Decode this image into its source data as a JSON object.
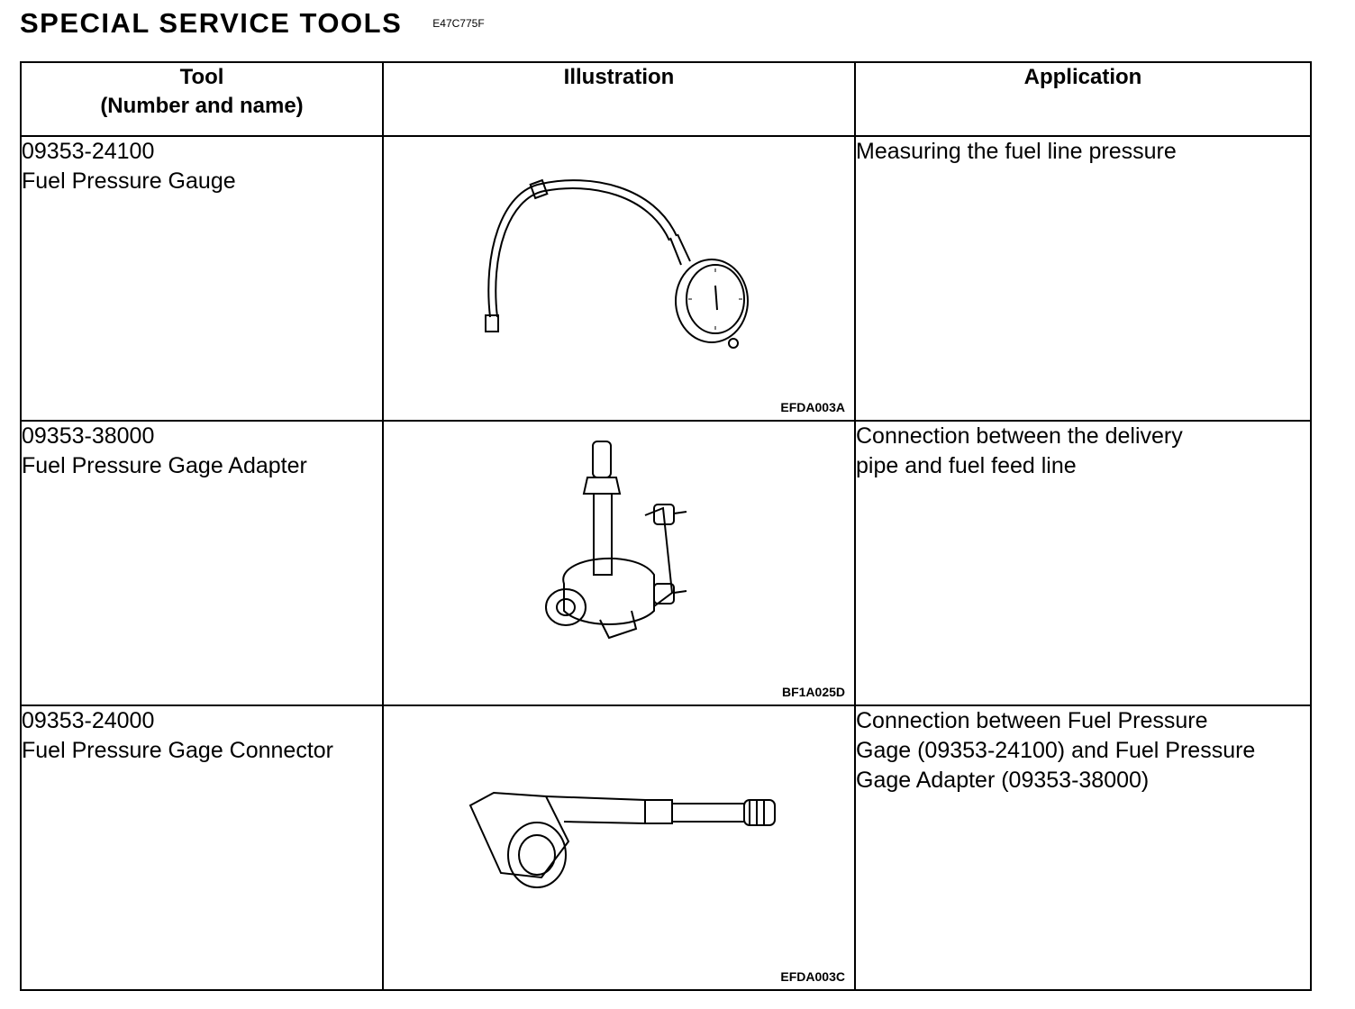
{
  "header": {
    "title": "SPECIAL SERVICE TOOLS",
    "code": "E47C775F"
  },
  "table": {
    "columns": [
      "Tool",
      "(Number and name)",
      "Illustration",
      "Application"
    ],
    "rows": [
      {
        "number": "09353-24100",
        "name": "Fuel Pressure Gauge",
        "figure_code": "EFDA003A",
        "application": [
          "Measuring the fuel line pressure"
        ],
        "icon": "fuel-pressure-gauge-illustration"
      },
      {
        "number": "09353-38000",
        "name": "Fuel Pressure Gage Adapter",
        "figure_code": "BF1A025D",
        "application": [
          "Connection between the delivery",
          "pipe and fuel feed line"
        ],
        "icon": "fuel-pressure-gage-adapter-illustration"
      },
      {
        "number": "09353-24000",
        "name": "Fuel Pressure Gage Connector",
        "figure_code": "EFDA003C",
        "application": [
          "Connection between Fuel Pressure",
          "Gage (09353-24100) and Fuel Pressure",
          "Gage Adapter (09353-38000)"
        ],
        "icon": "fuel-pressure-gage-connector-illustration"
      }
    ]
  }
}
